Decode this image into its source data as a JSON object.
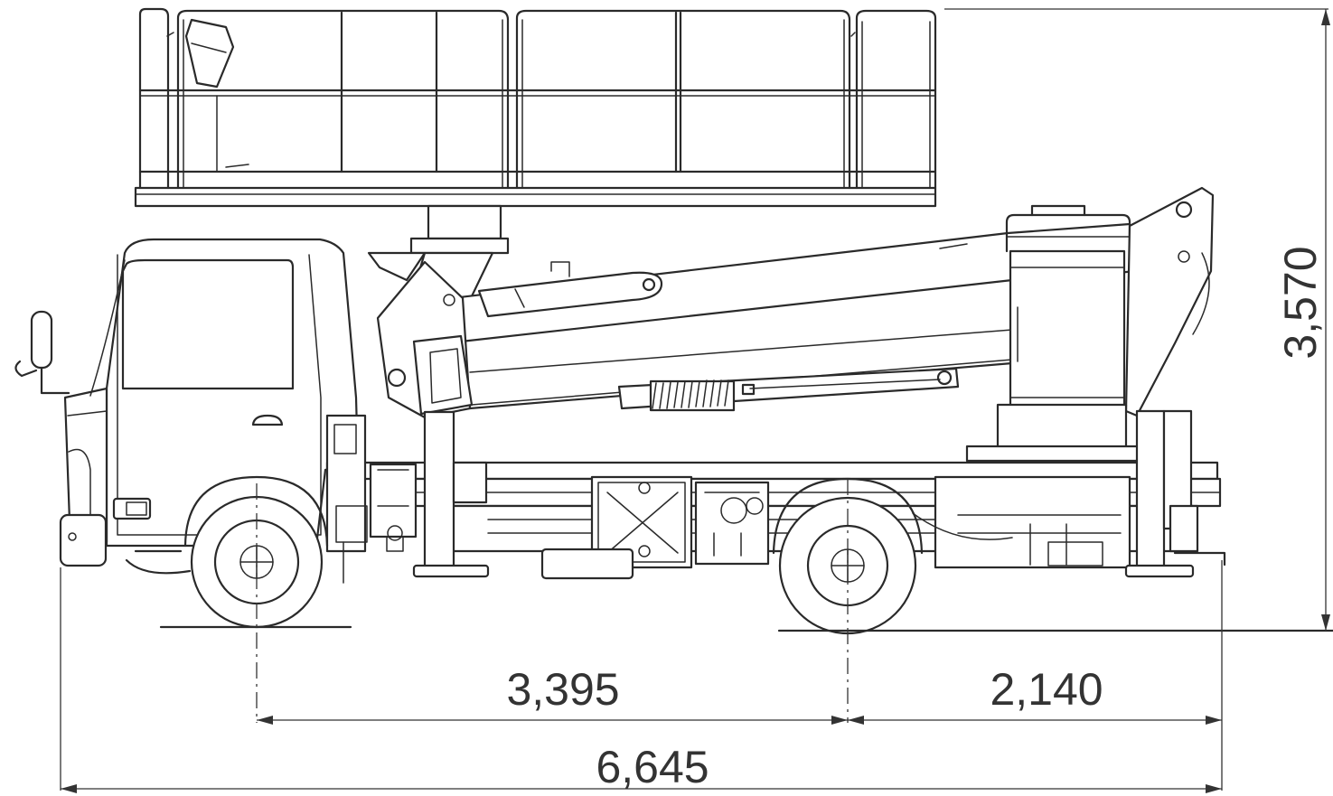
{
  "dimensions": {
    "wheelbase": "3,395",
    "rear_overhang": "2,140",
    "overall_length": "6,645",
    "overall_height": "3,570"
  },
  "colors": {
    "line": "#2a2a2a",
    "dimension": "#333333",
    "background": "#ffffff"
  }
}
